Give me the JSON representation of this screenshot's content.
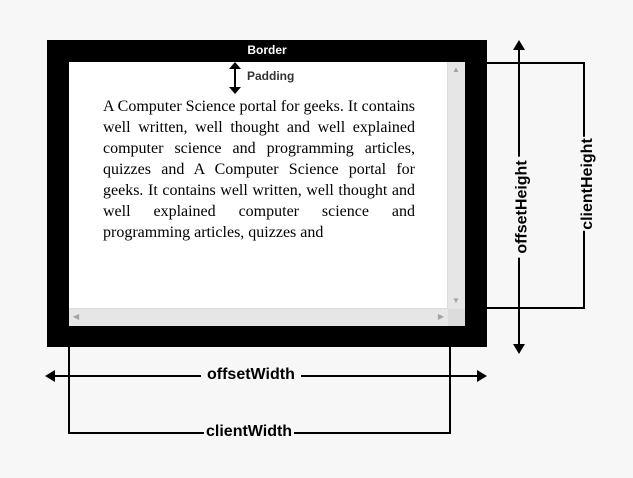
{
  "labels": {
    "border": "Border",
    "padding": "Padding",
    "offset_width": "offsetWidth",
    "client_width": "clientWidth",
    "offset_height": "offsetHeight",
    "client_height": "clientHeight"
  },
  "content": {
    "paragraph": "A Computer Science portal for geeks. It contains well written, well thought and well explained computer science and programming articles, quizzes and A Computer Science portal for geeks. It contains well written, well thought and well explained computer science and programming articles, quizzes and"
  },
  "colors": {
    "border": "#000000",
    "background": "#f7f7f7",
    "content_bg": "#ffffff",
    "scrollbar": "#e6e6e6",
    "scroll_arrow": "#a3a3a3"
  }
}
